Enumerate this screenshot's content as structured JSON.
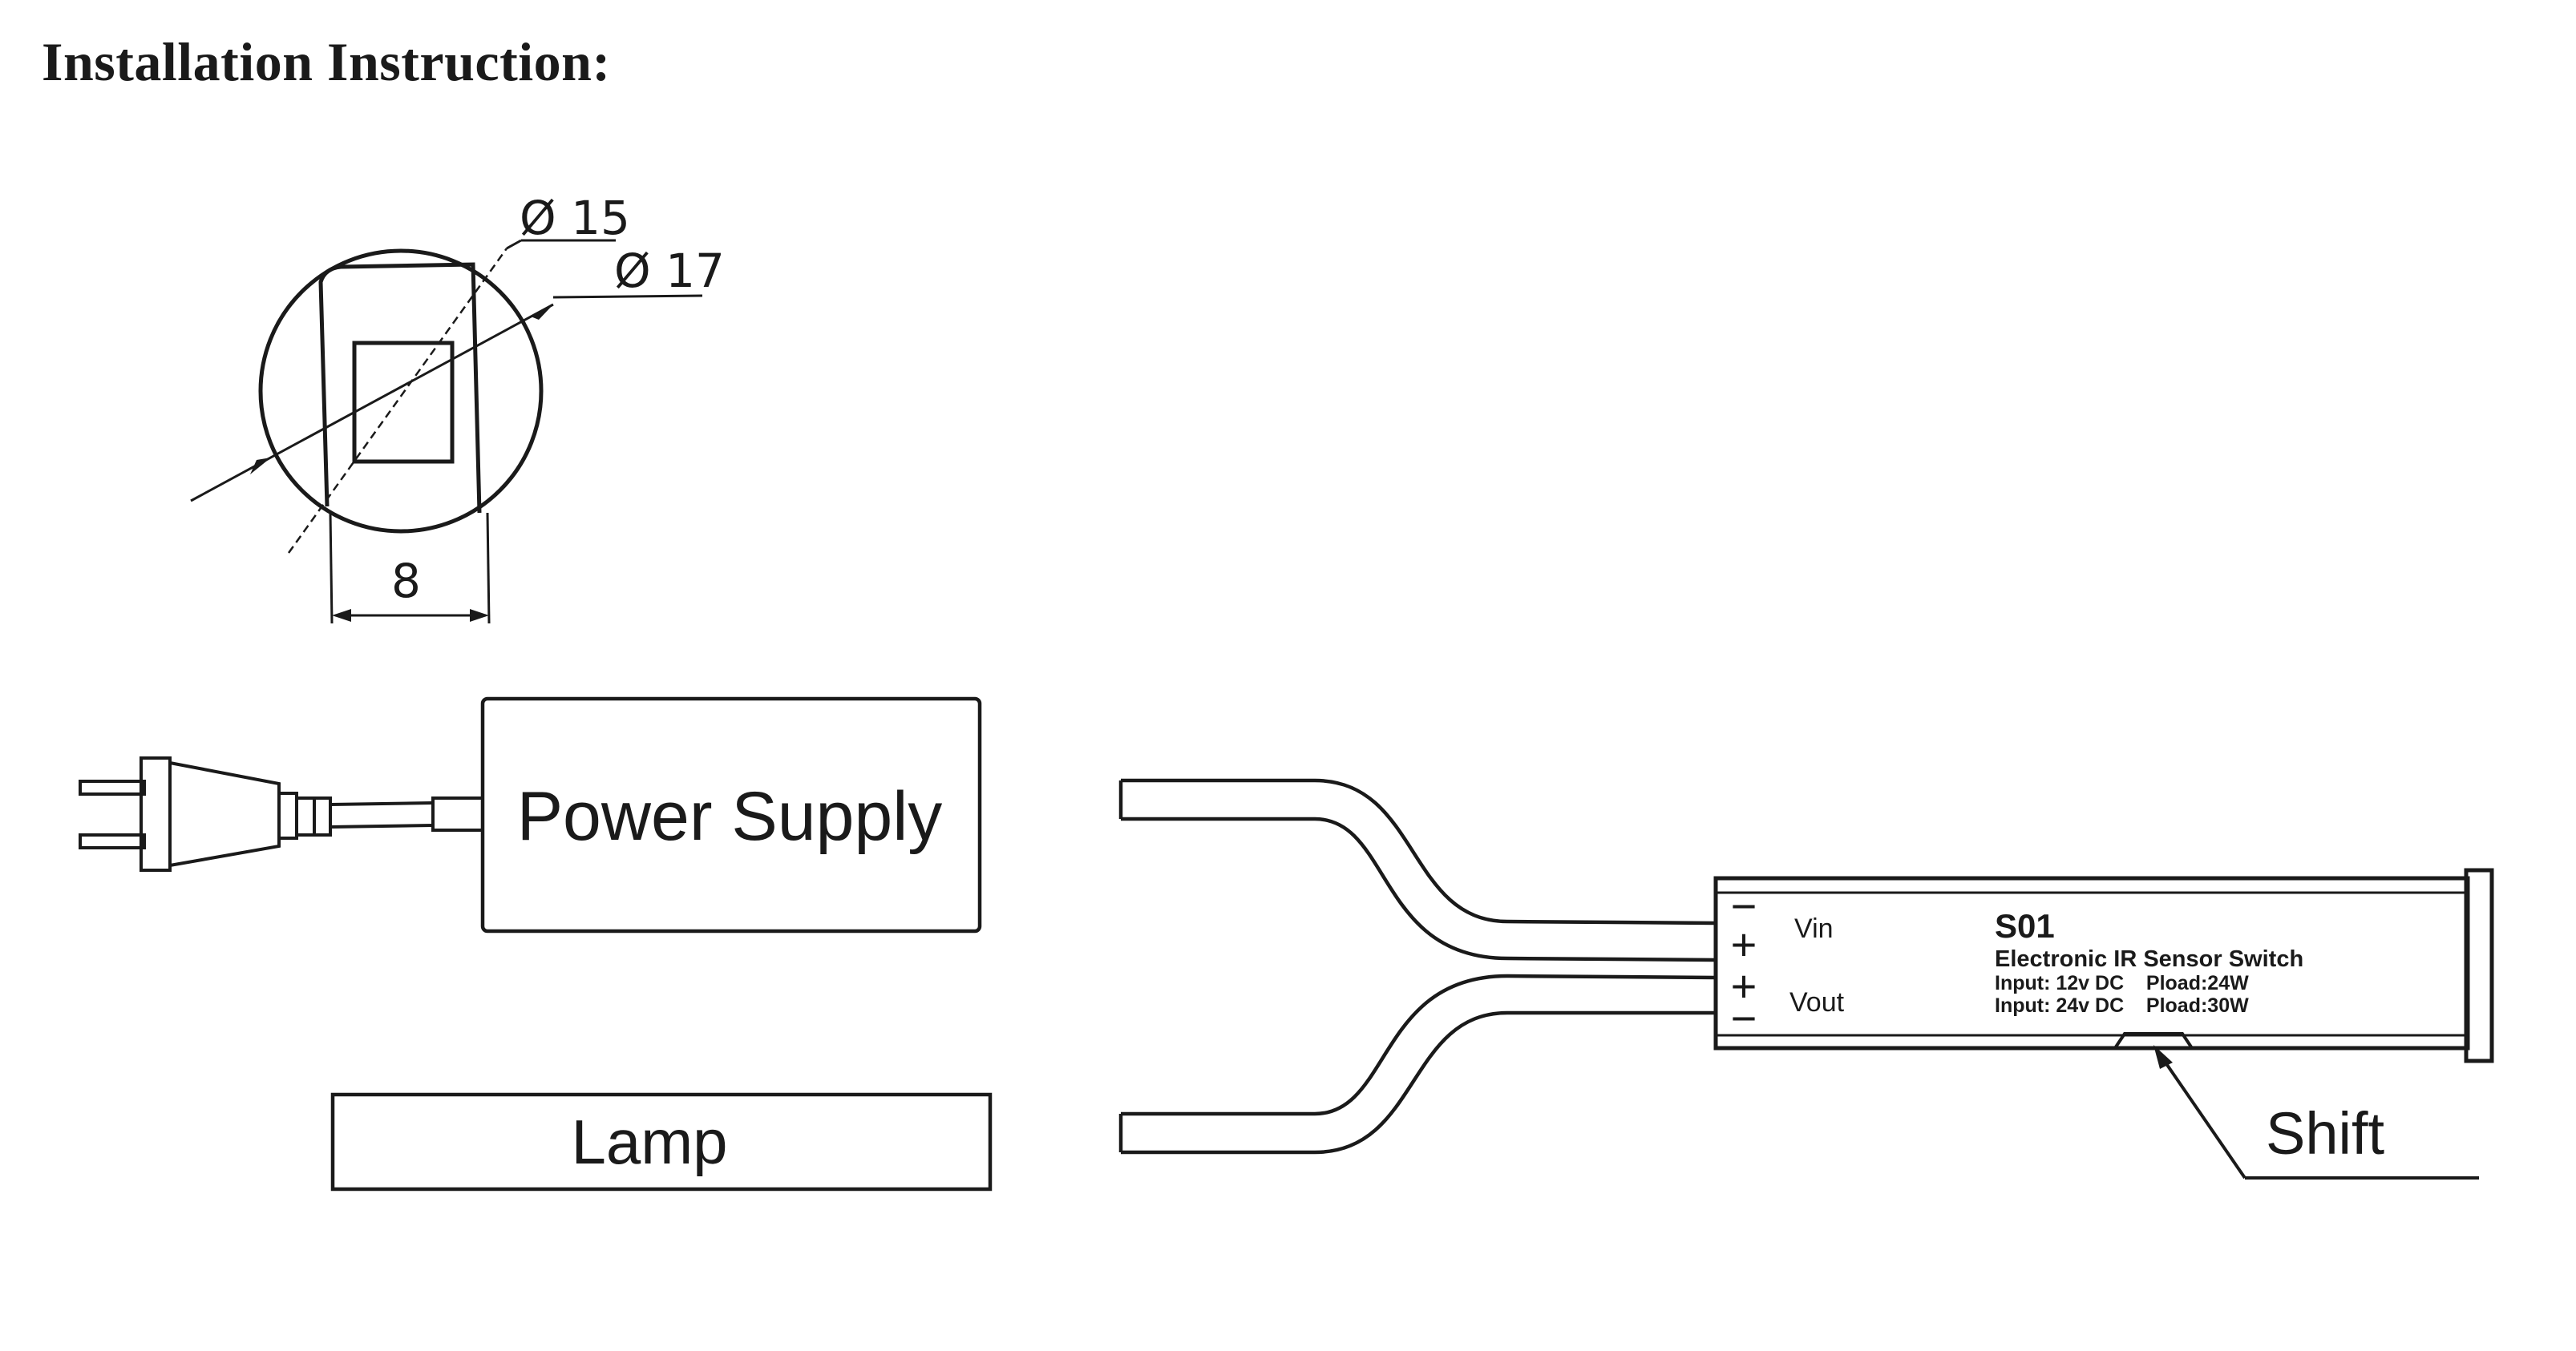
{
  "title": "Installation Instruction:",
  "dimensions": {
    "outer_diameter": "Ø 17",
    "inner_diameter": "Ø 15",
    "width": "8"
  },
  "components": {
    "power_supply": "Power Supply",
    "lamp": "Lamp",
    "shift": "Shift"
  },
  "switch_box": {
    "model": "S01",
    "description": "Electronic IR Sensor Switch",
    "spec_line_1": "Input: 12v DC    Pload:24W",
    "spec_line_2": "Input: 24v DC    Pload:30W",
    "vin_label": "Vin",
    "vout_label": "Vout",
    "polarity_1": "−",
    "polarity_2": "+",
    "polarity_3": "+",
    "polarity_4": "−"
  }
}
